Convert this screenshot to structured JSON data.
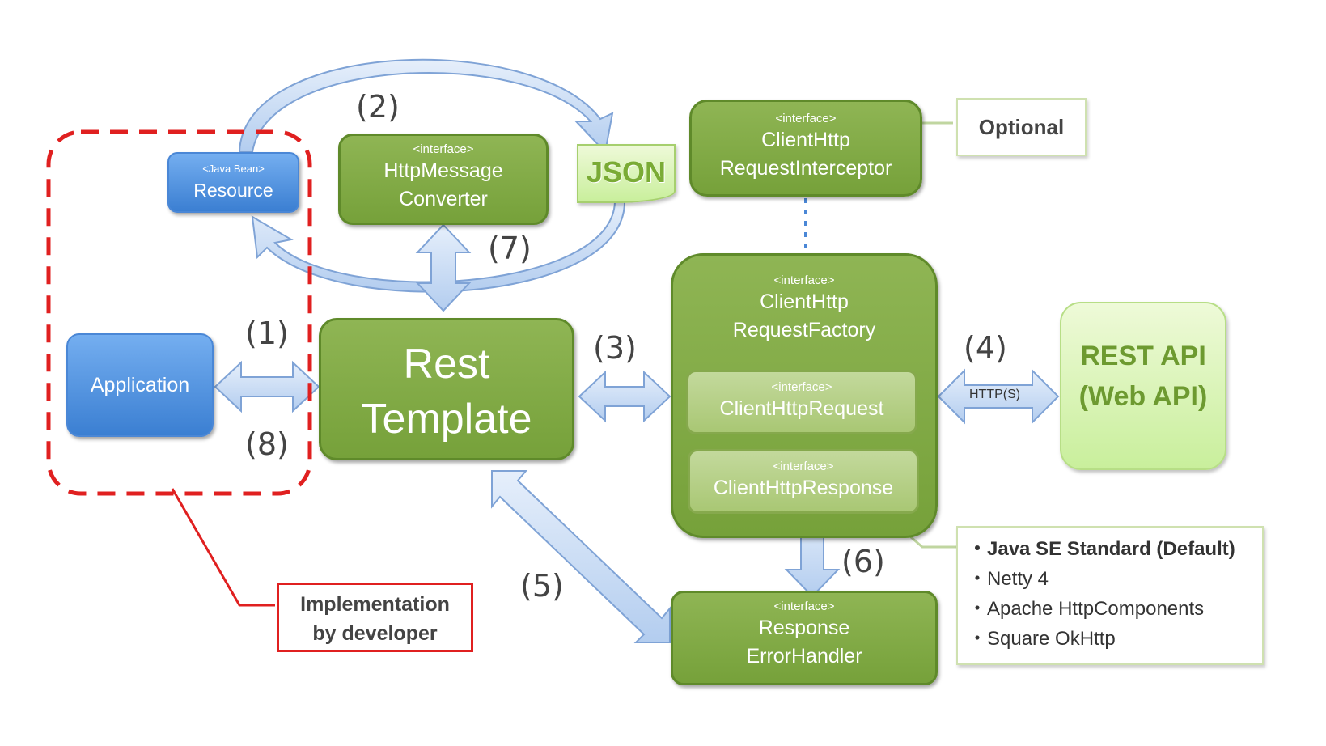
{
  "colors": {
    "green": "#7fab45",
    "light_green": "#c9ef9c",
    "blue": "#4a87d6",
    "red": "#e02020",
    "arrow": "#c4d8f4"
  },
  "resource": {
    "stereotype": "<Java Bean>",
    "label": "Resource"
  },
  "converter": {
    "stereotype": "<interface>",
    "line1": "HttpMessage",
    "line2": "Converter"
  },
  "json_label": "JSON",
  "interceptor": {
    "stereotype": "<interface>",
    "line1": "ClientHttp",
    "line2": "RequestInterceptor"
  },
  "optional_label": "Optional",
  "application_label": "Application",
  "rest_template": {
    "line1": "Rest",
    "line2": "Template"
  },
  "factory": {
    "stereotype": "<interface>",
    "line1": "ClientHttp",
    "line2": "RequestFactory"
  },
  "request": {
    "stereotype": "<interface>",
    "label": "ClientHttpRequest"
  },
  "response": {
    "stereotype": "<interface>",
    "label": "ClientHttpResponse"
  },
  "rest_api": {
    "line1": "REST API",
    "line2": "(Web API)"
  },
  "http_label": "HTTP(S)",
  "error_handler": {
    "stereotype": "<interface>",
    "line1": "Response",
    "line2": "ErrorHandler"
  },
  "impl_note": {
    "line1": "Implementation",
    "line2": "by developer"
  },
  "impl_list": [
    "・Java SE Standard (Default)",
    "・Netty 4",
    "・Apache HttpComponents",
    "・Square OkHttp"
  ],
  "steps": {
    "s1": "(1)",
    "s2": "(2)",
    "s3": "(3)",
    "s4": "(4)",
    "s5": "(5)",
    "s6": "(6)",
    "s7": "(7)",
    "s8": "(8)"
  }
}
